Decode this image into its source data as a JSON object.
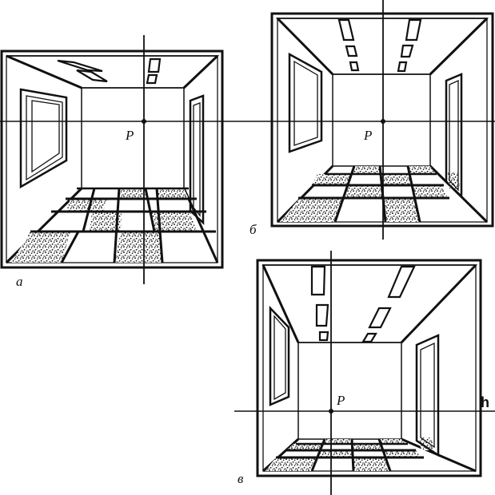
{
  "colors": {
    "ink": "#111111",
    "paper": "#ffffff"
  },
  "figures": [
    {
      "label": "а",
      "vanishing_point": "P"
    },
    {
      "label": "б",
      "vanishing_point": "P"
    },
    {
      "label": "в",
      "vanishing_point": "P",
      "horizon_label": "h"
    }
  ]
}
